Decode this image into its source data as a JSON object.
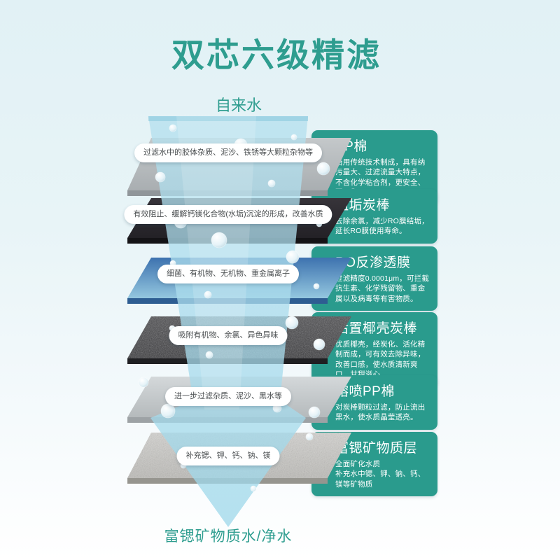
{
  "page": {
    "title": "双芯六级精滤",
    "source_label": "自来水",
    "result_label": "富锶矿物质水/净水"
  },
  "colors": {
    "accent": "#2e9d8f",
    "card-bg": "#2a9b8d",
    "pill-text": "#4a4e50",
    "funnel-blue": "#abdcec"
  },
  "stages": [
    {
      "name": "PP棉",
      "pill": "过滤水中的胶体杂质、泥沙、铁锈等大颗粒杂物等",
      "desc": "沿用传统技术制成，具有纳污量大、过滤流量大特点，不含化学粘合剂，更安全、更卫生。"
    },
    {
      "name": "阻垢炭棒",
      "pill": "有效阻止、缓解钙镁化合物(水垢)沉淀的形成，改善水质",
      "desc": "去除余氯，减少RO膜结垢，延长RO膜使用寿命。"
    },
    {
      "name": "RO反渗透膜",
      "pill": "细菌、有机物、无机物、重金属离子",
      "desc": "过滤精度0.0001μm，可拦截抗生素、化学残留物、重金属以及病毒等有害物质。"
    },
    {
      "name": "后置椰壳炭棒",
      "pill": "吸附有机物、余氯、异色异味",
      "desc": "优质椰壳，经炭化、活化精制而成，可有效去除异味，改善口感，使水质清新爽口、甘甜滋心。"
    },
    {
      "name": "熔喷PP棉",
      "pill": "进一步过滤杂质、泥沙、黑水等",
      "desc": "对炭棒颗粒过滤，防止流出黑水，使水质晶莹透亮。"
    },
    {
      "name": "富锶矿物质层",
      "pill": "补充锶、钾、钙、钠、镁",
      "desc": "全面矿化水质\n补充水中锶、钾、钠、钙、镁等矿物质"
    }
  ]
}
